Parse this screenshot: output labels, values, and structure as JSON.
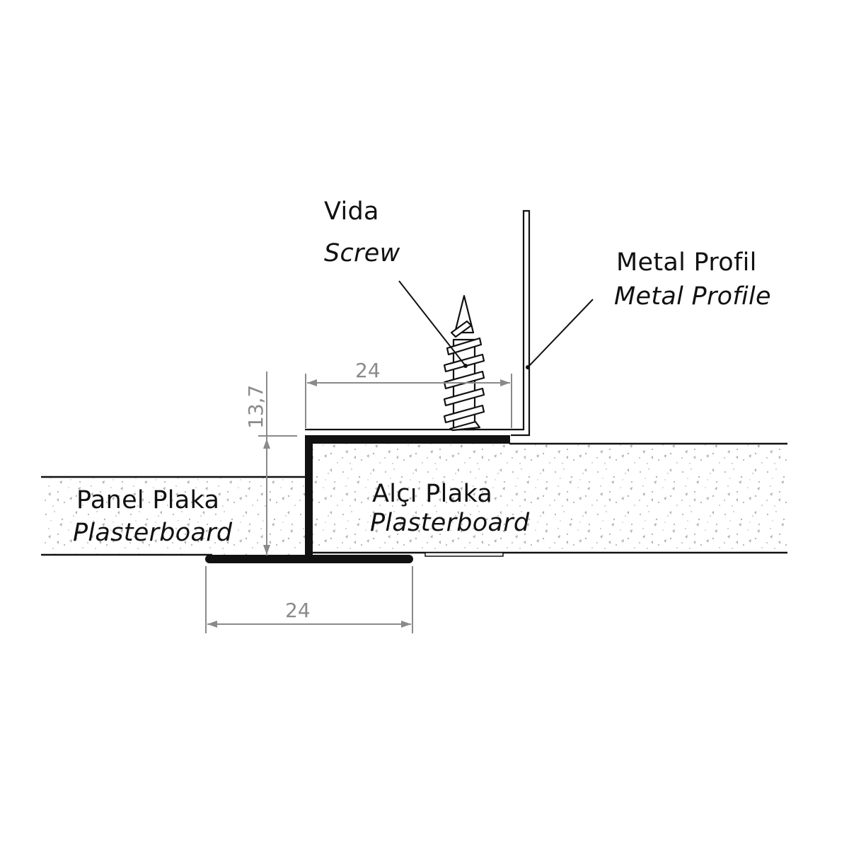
{
  "diagram": {
    "title": "Plasterboard shadow-gap profile detail",
    "colors": {
      "line": "#111111",
      "dimension": "#8a8a8a",
      "speckle": "#b5b5b5",
      "background": "#ffffff"
    },
    "labels": {
      "screw_tr": "Vida",
      "screw_en": "Screw",
      "profile_tr": "Metal Profil",
      "profile_en": "Metal Profile",
      "panel_tr": "Panel Plaka",
      "panel_en": "Plasterboard",
      "alci_tr": "Alçı Plaka",
      "alci_en": "Plasterboard"
    },
    "dimensions": {
      "top_width": "24",
      "bottom_width": "24",
      "height": "13,7"
    }
  }
}
